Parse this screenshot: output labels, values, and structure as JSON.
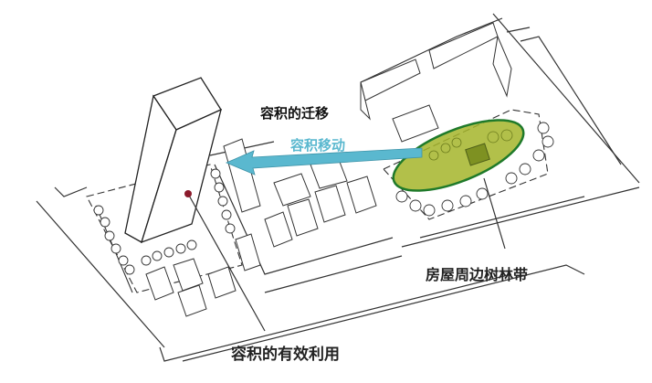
{
  "diagram": {
    "subject": "Urban block plan: floor-area transfer",
    "labels": {
      "migration": "容积的迁移",
      "move": "容积移动",
      "tree_belt": "房屋周边树林带",
      "effective_use": "容积的有效利用"
    },
    "colors": {
      "arrow": "#5ab8cf",
      "green_zone_fill": "#a4b52a",
      "green_zone_stroke": "#1f7a2a",
      "marker": "#8b1a2b",
      "line": "#333333",
      "text": "#222222"
    },
    "elements": [
      {
        "id": "tower",
        "desc": "tall isolated tower block (left)"
      },
      {
        "id": "arrow",
        "desc": "cyan arrow pointing left from green zone to tower block"
      },
      {
        "id": "green-zone",
        "desc": "green ellipse highlighting tree belt around houses (right)"
      },
      {
        "id": "marker",
        "desc": "red dot on tower plot with leader line to bottom label"
      }
    ]
  }
}
